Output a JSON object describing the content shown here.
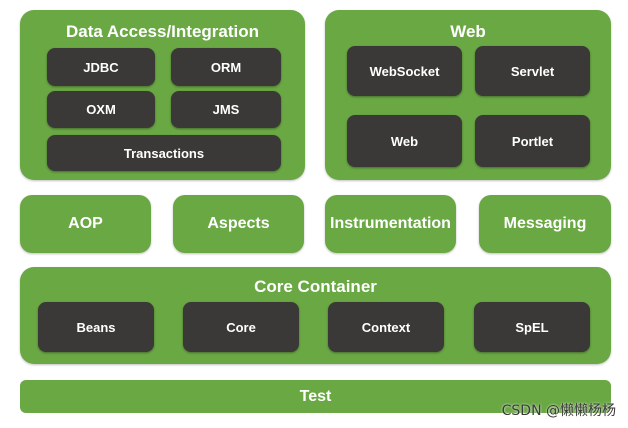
{
  "data_access": {
    "title": "Data Access/Integration",
    "items": [
      "JDBC",
      "ORM",
      "OXM",
      "JMS",
      "Transactions"
    ]
  },
  "web": {
    "title": "Web",
    "items": [
      "WebSocket",
      "Servlet",
      "Web",
      "Portlet"
    ]
  },
  "middle": [
    "AOP",
    "Aspects",
    "Instrumentation",
    "Messaging"
  ],
  "core": {
    "title": "Core Container",
    "items": [
      "Beans",
      "Core",
      "Context",
      "SpEL"
    ]
  },
  "test": "Test",
  "watermark": "CSDN @懒懒杨杨",
  "colors": {
    "green": "#6aa844",
    "dark": "#3a3937",
    "text": "#ffffff"
  }
}
